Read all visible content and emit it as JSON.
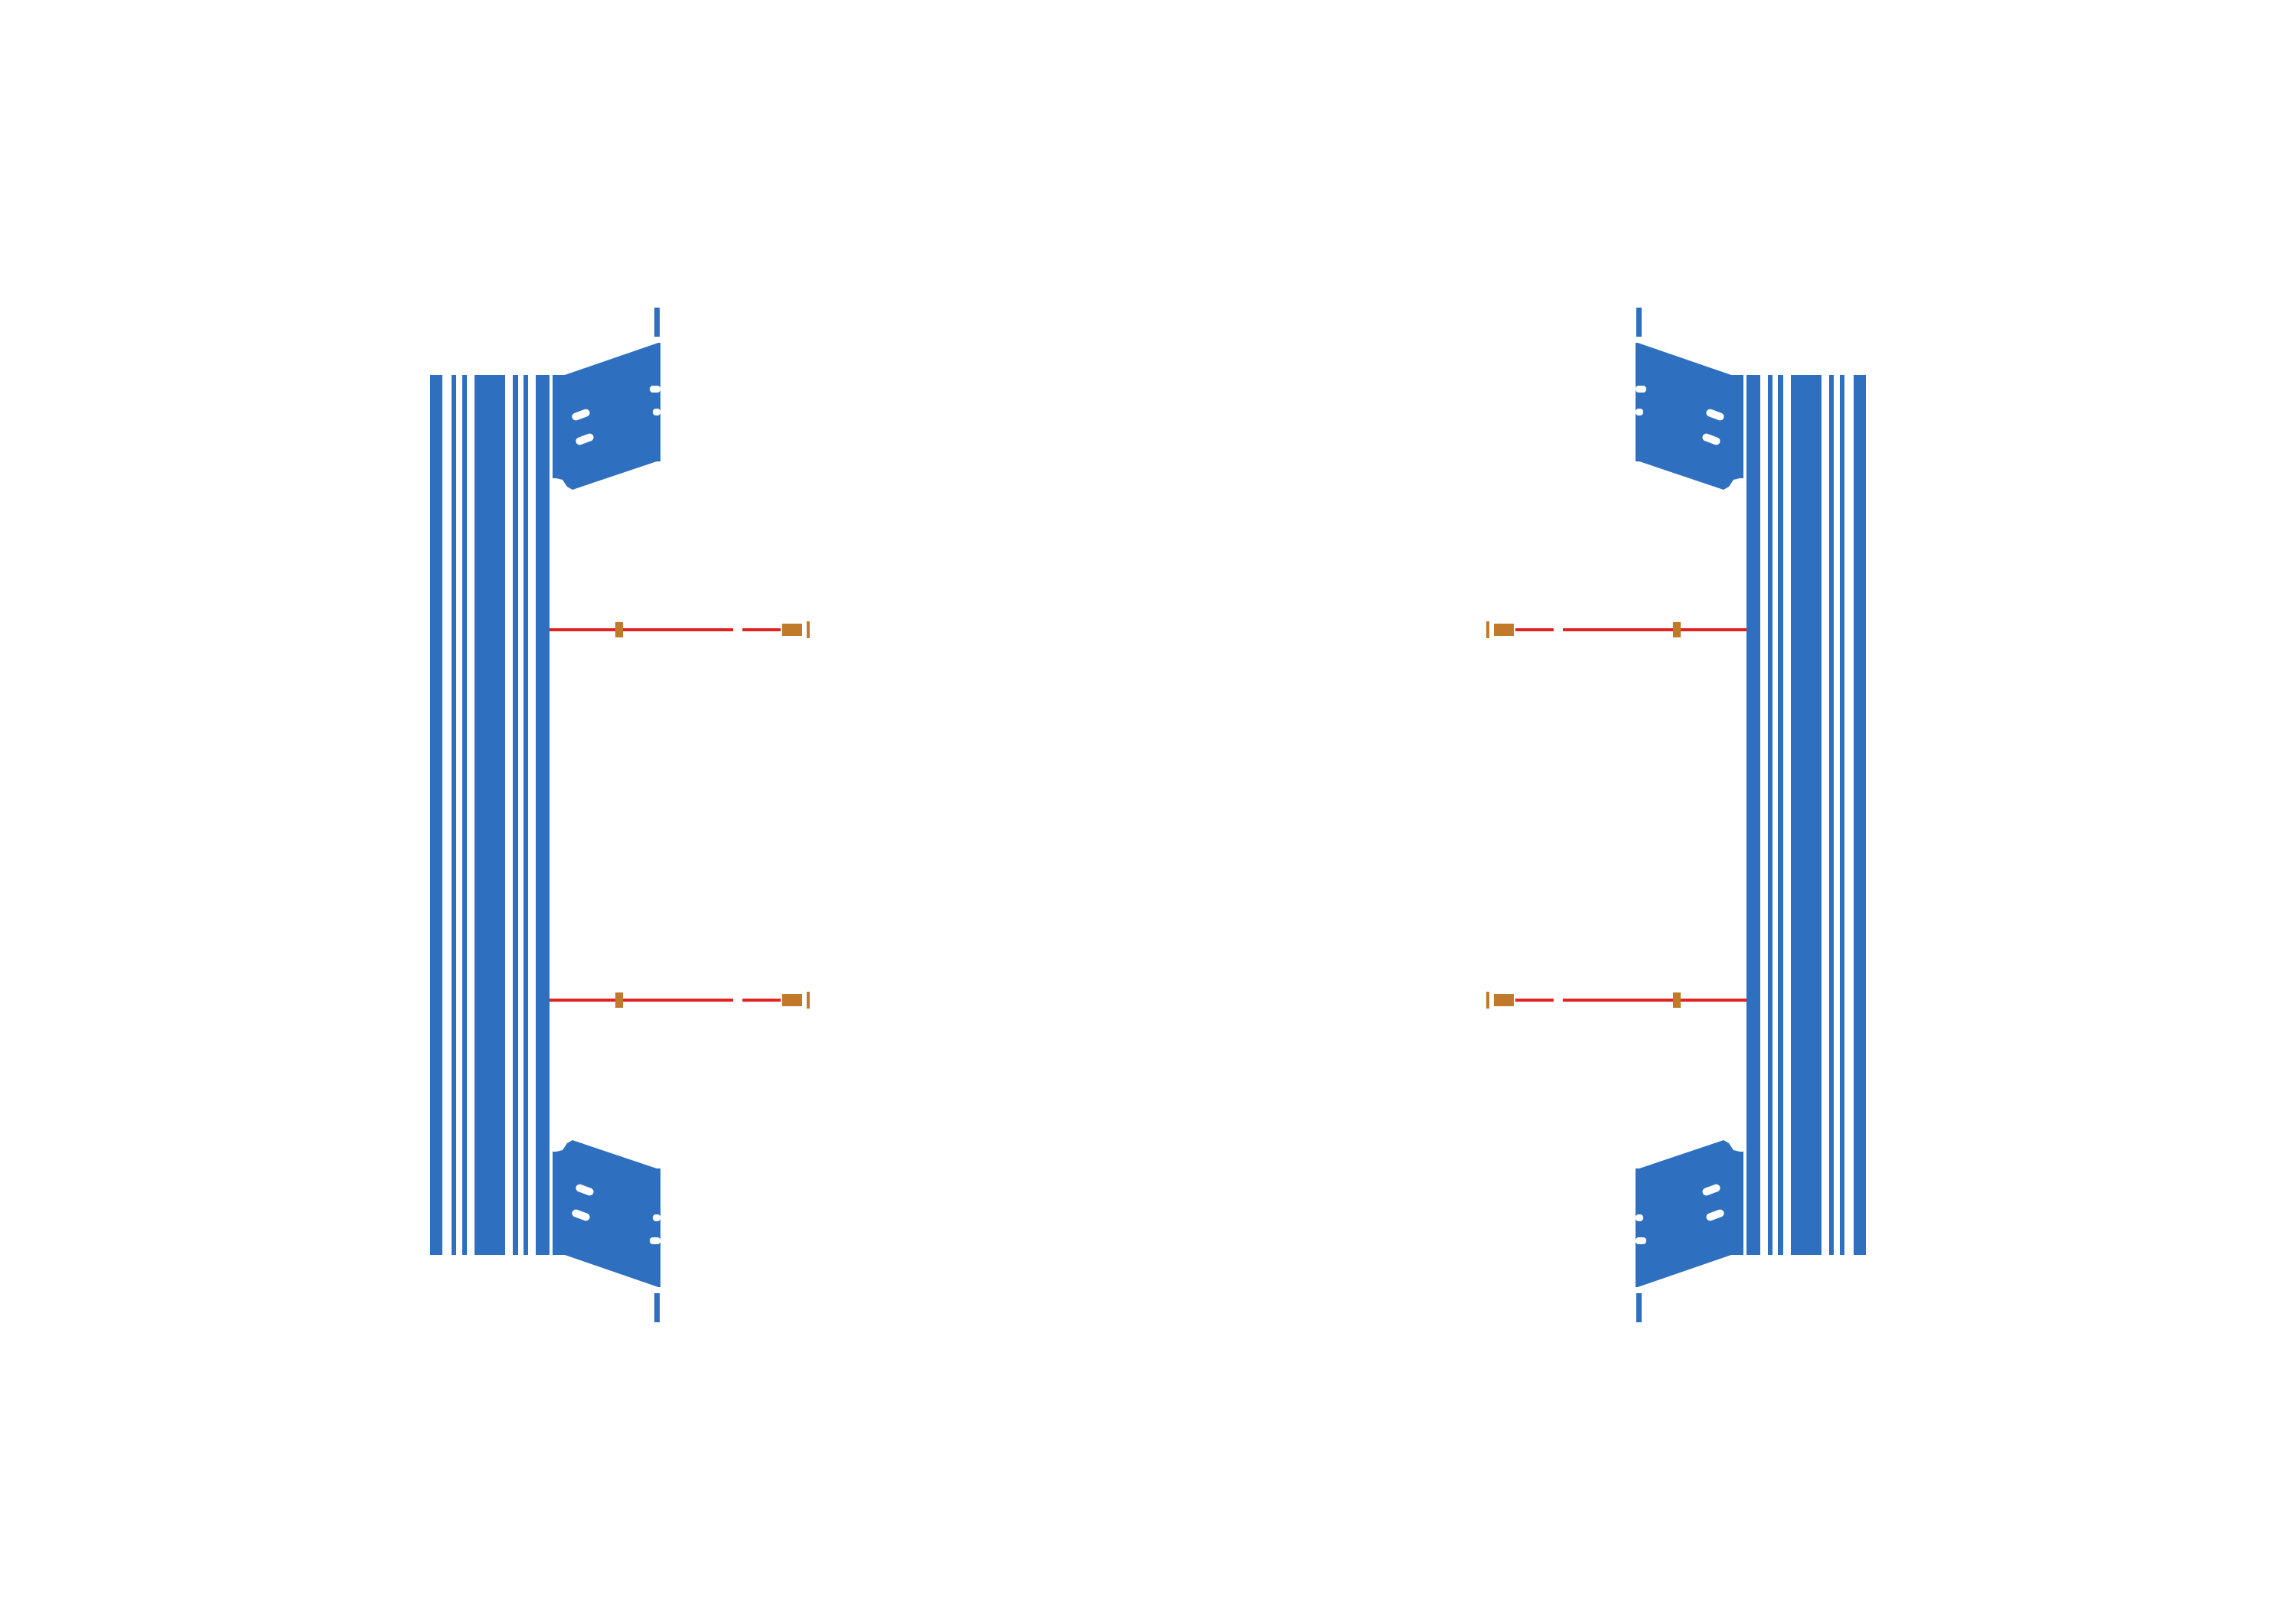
{
  "diagram": {
    "kind": "technical-drawing",
    "labels": [],
    "colors": {
      "panel": "#2E70BF",
      "rod": "#E32322",
      "fastener": "#C07A2A",
      "background": "#FFFFFF",
      "hole": "#FFFFFF"
    },
    "icons": {
      "panel": "ribbed-panel-icon",
      "bracket": "angled-bracket-icon",
      "rod": "tie-rod-icon",
      "fastener": "nut-icon"
    },
    "counts": {
      "panels": 2,
      "brackets_per_panel": 2,
      "tie_rods_per_panel": 2
    }
  }
}
